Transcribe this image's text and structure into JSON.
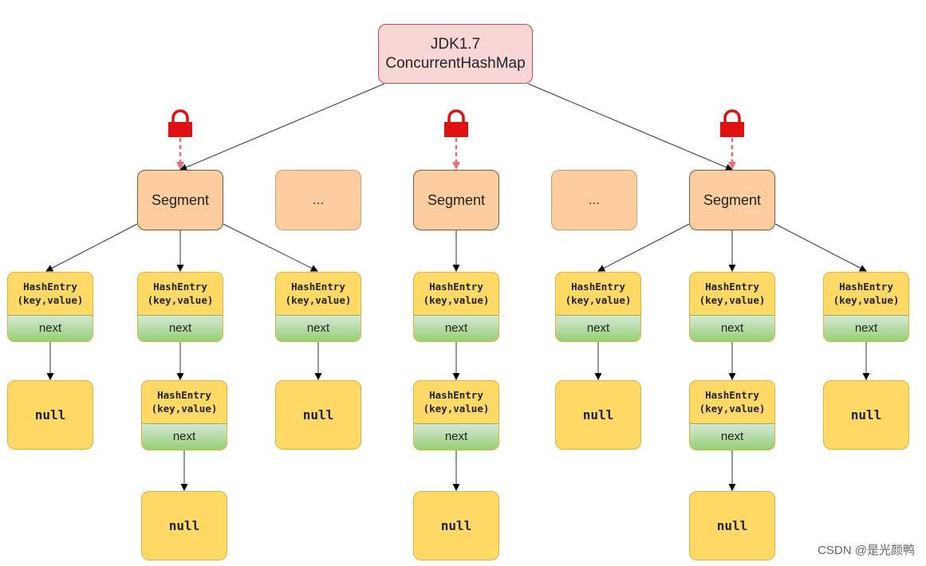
{
  "root": {
    "line1": "JDK1.7",
    "line2": "ConcurrentHashMap"
  },
  "segment_label": "Segment",
  "ellipsis_label": "...",
  "entry": {
    "line1": "HashEntry",
    "line2": "(key,value)",
    "next": "next"
  },
  "null_label": "null",
  "watermark": "CSDN @是光颜鸭",
  "colors": {
    "root_fill": "#f8d6d6",
    "root_border": "#c44a4a",
    "segment_fill": "#fdcd9f",
    "entry_fill": "#ffd966",
    "next_fill": "#97d077",
    "lock": "#e01010",
    "lock_arrow": "#e87070"
  },
  "icons": [
    "lock-icon"
  ]
}
